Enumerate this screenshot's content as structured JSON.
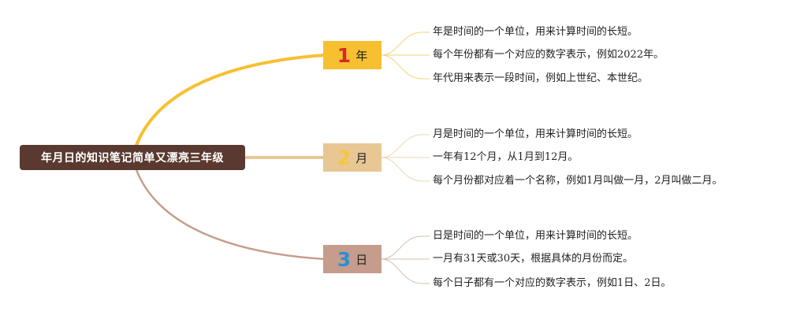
{
  "root": {
    "title": "年月日的知识笔记简单又漂亮三年级"
  },
  "branches": [
    {
      "number": "1",
      "label": "年",
      "color": "#f7c031",
      "items": [
        "年是时间的一个单位，用来计算时间的长短。",
        "每个年份都有一个对应的数字表示，例如2022年。",
        "年代用来表示一段时间，例如上世纪、本世纪。"
      ]
    },
    {
      "number": "2",
      "label": "月",
      "color": "#e8c794",
      "items": [
        "月是时间的一个单位，用来计算时间的长短。",
        "一年有12个月，从1月到12月。",
        "每个月份都对应着一个名称，例如1月叫做一月，2月叫做二月。"
      ]
    },
    {
      "number": "3",
      "label": "日",
      "color": "#c69c8c",
      "items": [
        "日是时间的一个单位，用来计算时间的长短。",
        "一月有31天或30天，根据具体的月份而定。",
        "每个日子都有一个对应的数字表示，例如1日、2日。"
      ]
    }
  ]
}
